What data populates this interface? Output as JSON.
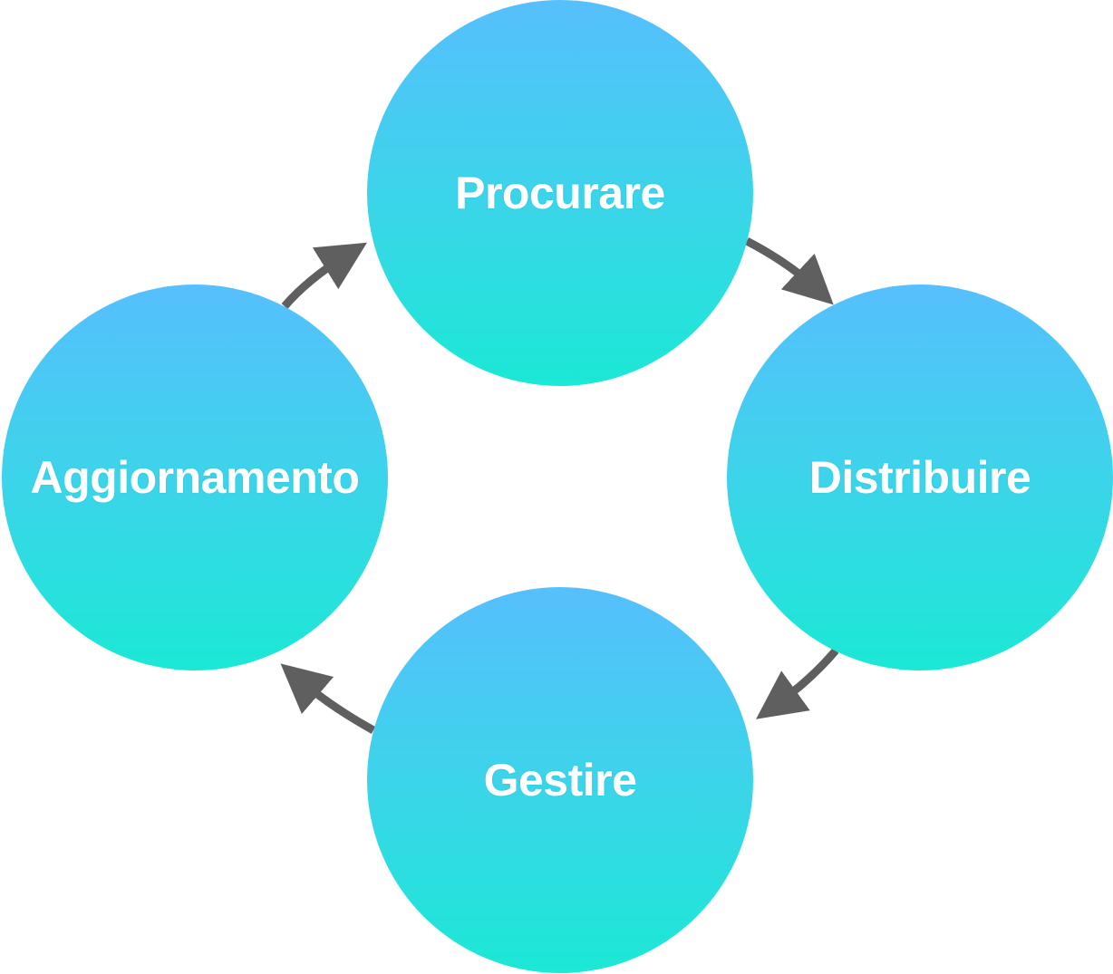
{
  "diagram": {
    "nodes": {
      "top": "Procurare",
      "right": "Distribuire",
      "bottom": "Gestire",
      "left": "Aggiornamento"
    },
    "colors": {
      "node_gradient_top": "#56bffd",
      "node_gradient_bottom": "#1be8d5",
      "arrow": "#5f5f5f",
      "label": "#ffffff"
    },
    "flow_direction": "clockwise"
  }
}
